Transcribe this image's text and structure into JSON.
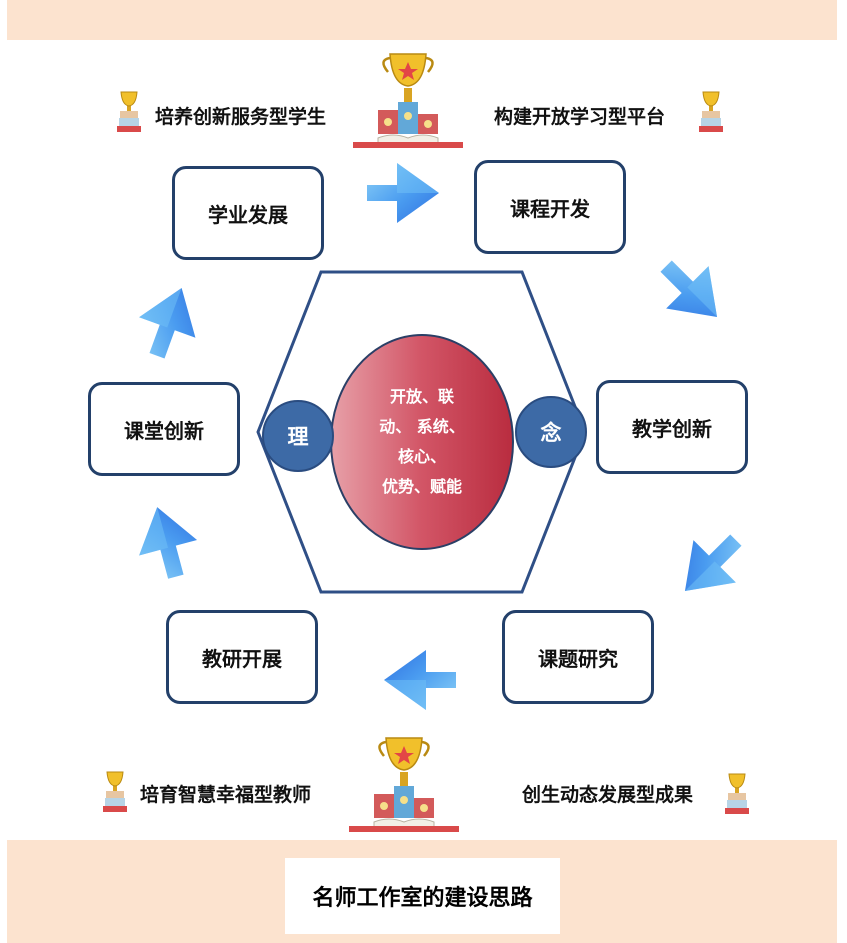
{
  "title": "名师工作室的建设思路",
  "center": {
    "lines": [
      "开放、联",
      "动、 系统、",
      "核心、",
      "优势、赋能"
    ]
  },
  "badges": {
    "left": "理",
    "right": "念"
  },
  "nodes": {
    "xueye": "学业发展",
    "kecheng": "课程开发",
    "ketang": "课堂创新",
    "jiaoxue": "教学创新",
    "jiaoyan": "教研开展",
    "keti": "课题研究"
  },
  "captions": {
    "top_left": "培养创新服务型学生",
    "top_right": "构建开放学习型平台",
    "bottom_left": "培育智慧幸福型教师",
    "bottom_right": "创生动态发展型成果"
  },
  "icons": [
    "trophy-icon",
    "small-trophy-icon",
    "arrow-icon"
  ],
  "colors": {
    "band": "#fce3cf",
    "outline": "#23406a",
    "hexagon_stroke": "#2f4f86",
    "center_fill": "#c84052",
    "badge_fill": "#3d6aa6",
    "arrow_blue": "#3a82e8",
    "arrow_light": "#7ec8f5"
  }
}
